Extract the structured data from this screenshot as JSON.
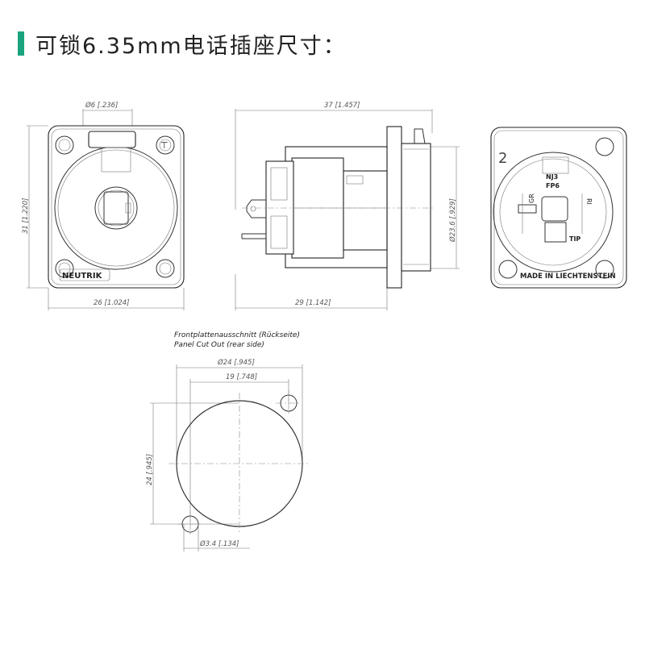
{
  "header": {
    "title": "可锁6.35mm电话插座尺寸：",
    "accent_color": "#1aa37f"
  },
  "front_view": {
    "brand": "NEUTRIK",
    "dim_top": "Ø6 [.236]",
    "dim_bottom": "26 [1.024]",
    "dim_left": "31 [1.220]"
  },
  "side_view": {
    "dim_top": "37 [1.457]",
    "dim_bottom": "29 [1.142]",
    "dim_right": "Ø23.6 [.929]"
  },
  "rear_view": {
    "number": "2",
    "label_nj3": "NJ3",
    "label_fp6": "FP6",
    "label_gr": "GR",
    "label_ri": "RI",
    "label_tip": "TIP",
    "made_in": "MADE IN LIECHTENSTEIN"
  },
  "cutout": {
    "title_de": "Frontplattenausschnitt (Rückseite)",
    "title_en": "Panel Cut Out (rear side)",
    "dim_diameter": "Ø24 [.945]",
    "dim_spacing": "19 [.748]",
    "dim_height": "24 [.945]",
    "dim_hole": "Ø3.4 [.134]"
  }
}
